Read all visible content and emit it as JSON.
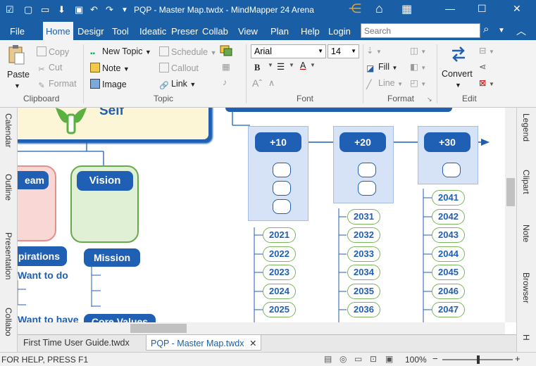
{
  "window": {
    "title": "PQP - Master Map.twdx - MindMapper 24 Arena"
  },
  "menu": {
    "items": [
      "File",
      "Home",
      "Desigr",
      "Tool",
      "Ideatic",
      "Preser",
      "Collab",
      "View",
      "Plan",
      "Help",
      "Login"
    ],
    "active": "Home"
  },
  "search": {
    "placeholder": "Search"
  },
  "ribbon": {
    "clipboard": {
      "paste": "Paste",
      "copy": "Copy",
      "cut": "Cut",
      "format": "Format",
      "label": "Clipboard"
    },
    "topic": {
      "new_topic": "New Topic",
      "schedule": "Schedule",
      "note": "Note",
      "callout": "Callout",
      "image": "Image",
      "link": "Link",
      "label": "Topic"
    },
    "font": {
      "family": "Arial",
      "size": "14",
      "bold": "B",
      "label": "Font"
    },
    "format": {
      "fill": "Fill",
      "line": "Line",
      "label": "Format"
    },
    "edit": {
      "convert": "Convert",
      "label": "Edit"
    }
  },
  "left_tabs": [
    "Calendar",
    "Outline",
    "Presentation",
    "Collabo"
  ],
  "right_tabs": [
    "Legend",
    "Clipart",
    "Note",
    "Browser",
    "H"
  ],
  "map": {
    "root": "Self",
    "vision": "Vision",
    "mission": "Mission",
    "core_values": "Core Values",
    "dream": "eam",
    "aspirations": "pirations",
    "want_to_do": "Want to do",
    "want_to_have": "Want to have",
    "timeline": [
      "+10",
      "+20",
      "+30"
    ],
    "years_col1": [
      "2021",
      "2022",
      "2023",
      "2024",
      "2025"
    ],
    "years_col2": [
      "2031",
      "2032",
      "2033",
      "2034",
      "2035",
      "2036"
    ],
    "years_col3": [
      "2041",
      "2042",
      "2043",
      "2044",
      "2045",
      "2046",
      "2047"
    ]
  },
  "doc_tabs": {
    "tab1": "First Time User Guide.twdx",
    "tab2": "PQP - Master Map.twdx"
  },
  "status": {
    "help": "FOR HELP, PRESS F1",
    "zoom": "100%"
  },
  "colors": {
    "brand": "#1a5fa6",
    "node": "#1f5fb4",
    "vision_fill": "#dff0d5",
    "vision_border": "#6aa84f",
    "dream_fill": "#f8d7d5",
    "timeline_fill": "#d6e2f5"
  }
}
